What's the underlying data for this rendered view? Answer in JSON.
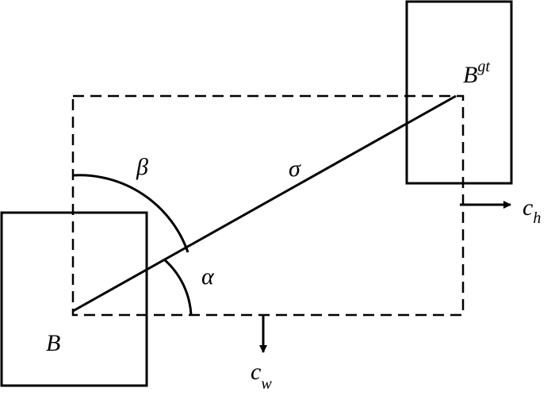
{
  "diagram": {
    "labels": {
      "box_b": "B",
      "box_gt_base": "B",
      "box_gt_sup": "gt",
      "sigma": "σ",
      "alpha": "α",
      "beta": "β",
      "ch_base": "c",
      "ch_sub": "h",
      "cw_base": "c",
      "cw_sub": "w"
    },
    "colors": {
      "stroke": "#000000",
      "background": "#ffffff"
    }
  }
}
